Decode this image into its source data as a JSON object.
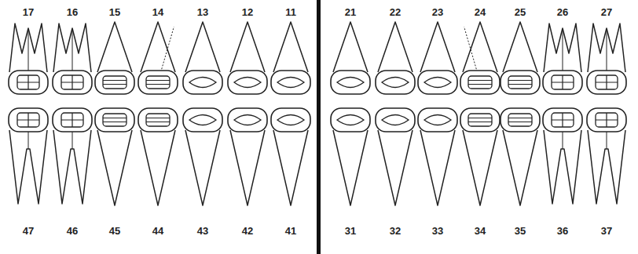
{
  "diagram": {
    "labels": [
      "17",
      "16",
      "15",
      "14",
      "13",
      "12",
      "11",
      "21",
      "22",
      "23",
      "24",
      "25",
      "26",
      "27",
      "47",
      "46",
      "45",
      "44",
      "43",
      "42",
      "41",
      "31",
      "32",
      "33",
      "34",
      "35",
      "36",
      "37"
    ]
  }
}
